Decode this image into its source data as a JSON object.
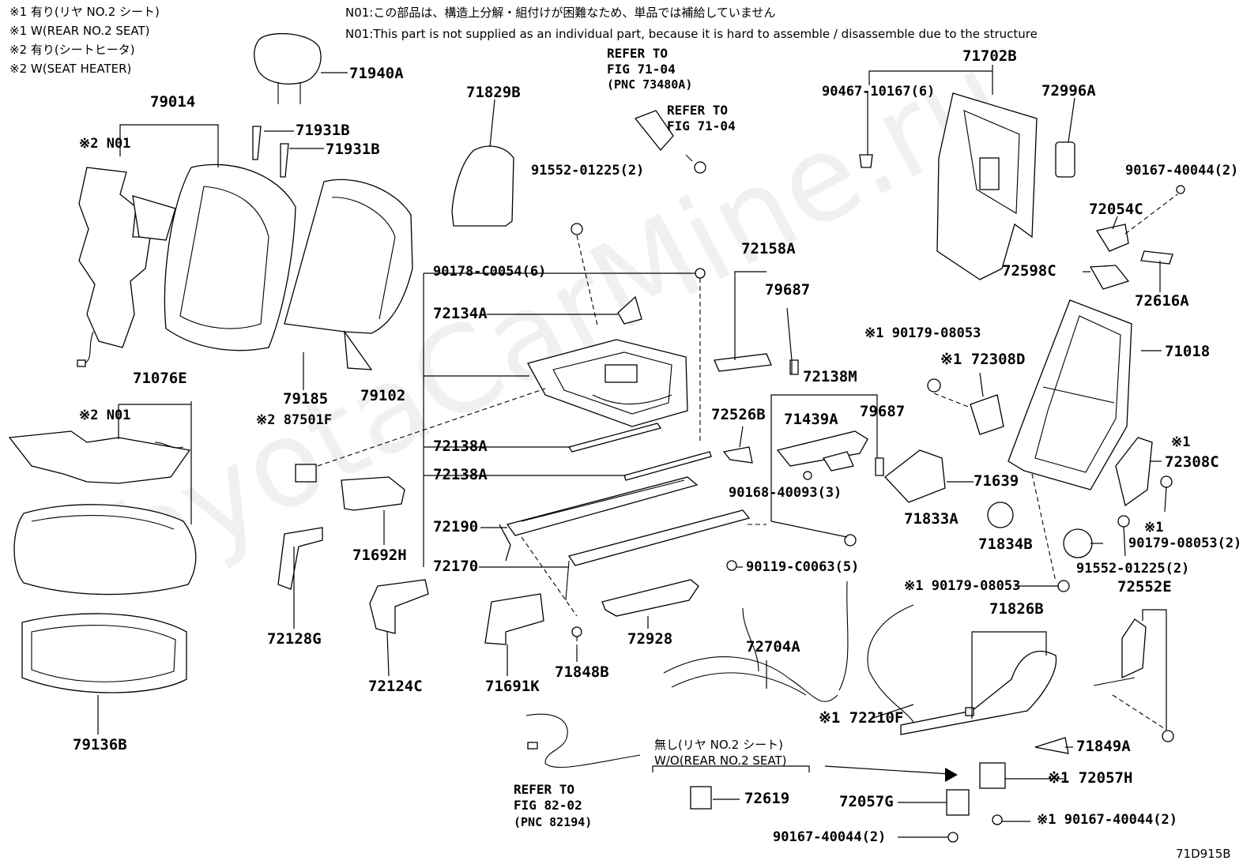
{
  "notes": {
    "left": [
      "※1 有り(リヤ NO.2 シート)",
      "※1 W(REAR NO.2 SEAT)",
      "※2 有り(シートヒータ)",
      "※2 W(SEAT HEATER)"
    ],
    "top_jp": "N01:この部品は、構造上分解・組付けが困難なため、単品では補給していません",
    "top_en": "N01:This part is not supplied as an individual part, because it is hard to assemble / disassemble due to the structure"
  },
  "watermark": "ToyotaCarMine.ru",
  "diagram_id": "71D915B",
  "labels": {
    "p71940A": "71940A",
    "p79014": "79014",
    "n01a": "※2 N01",
    "p71931B1": "71931B",
    "p71931B2": "71931B",
    "p71829B": "71829B",
    "ref1": "REFER TO",
    "ref1b": "FIG 71-04",
    "ref1c": "(PNC 73480A)",
    "ref2": "REFER TO",
    "ref2b": "FIG 71-04",
    "p91552a": "91552-01225(2)",
    "p71702B": "71702B",
    "p90467": "90467-10167(6)",
    "p72996A": "72996A",
    "p90167a": "90167-40044(2)",
    "p72054C": "72054C",
    "p72598C": "72598C",
    "p72616A": "72616A",
    "p79185": "79185",
    "p79102": "79102",
    "p90178": "90178-C0054(6)",
    "p72134A": "72134A",
    "p72158A": "72158A",
    "p79687a": "79687",
    "p71076E": "71076E",
    "n01b": "※2 N01",
    "p87501F": "※2 87501F",
    "p72138A1": "72138A",
    "p72138A2": "72138A",
    "p72138M": "72138M",
    "p71439A": "71439A",
    "p79687b": "79687",
    "p72526B": "72526B",
    "p90179a": "※1 90179-08053",
    "p72308D": "※1 72308D",
    "p71018": "71018",
    "p72308C_m": "※1",
    "p72308C": "72308C",
    "p71639": "71639",
    "p90168": "90168-40093(3)",
    "p71833A": "71833A",
    "p71834B": "71834B",
    "p90179b_m": "※1",
    "p90179b": "90179-08053(2)",
    "p91552b": "91552-01225(2)",
    "p72190": "72190",
    "p72170": "72170",
    "p71692H": "71692H",
    "p90119": "90119-C0063(5)",
    "p90179c": "※1 90179-08053",
    "p72552E": "72552E",
    "p72128G": "72128G",
    "p71848B": "71848B",
    "p72928": "72928",
    "p72704A": "72704A",
    "p71826B": "71826B",
    "p79136B": "79136B",
    "p72124C": "72124C",
    "p71691K": "71691K",
    "p72210F": "※1 72210F",
    "p71849A": "71849A",
    "wo_jp": "無し(リヤ NO.2 シート)",
    "wo_en": "W/O(REAR NO.2 SEAT)",
    "p72057H": "※1 72057H",
    "ref3": "REFER TO",
    "ref3b": "FIG 82-02",
    "ref3c": "(PNC 82194)",
    "p72619": "72619",
    "p72057G": "72057G",
    "p90167b": "90167-40044(2)",
    "p90167c": "※1 90167-40044(2)"
  }
}
